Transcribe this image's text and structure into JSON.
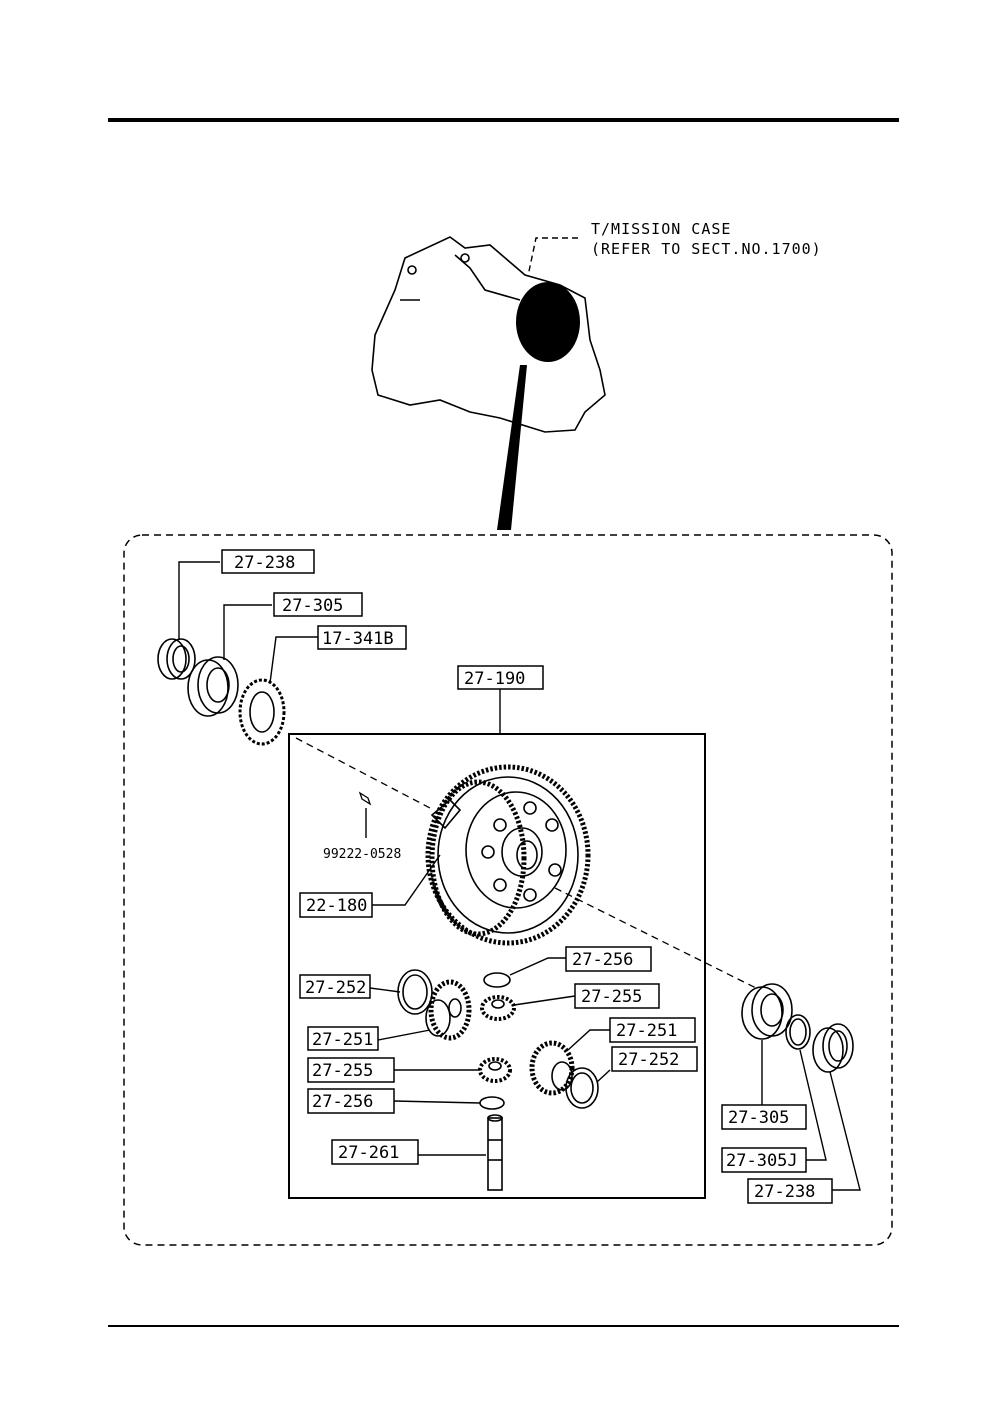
{
  "case_note": {
    "line1": "T/MISSION CASE",
    "line2": "(REFER TO SECT.NO.1700)"
  },
  "parts": {
    "bearing_race_left": "27-238",
    "bearing_left": "27-305",
    "speedo_gear": "17-341B",
    "diff_assembly": "27-190",
    "pin": "99222-0528",
    "ring_gear": "22-180",
    "washer_side_left": "27-252",
    "side_gear_left": "27-251",
    "pinion_lower": "27-255",
    "washer_pinion_lower": "27-256",
    "pinion_shaft": "27-261",
    "washer_pinion_upper": "27-256",
    "pinion_upper": "27-255",
    "side_gear_right": "27-251",
    "washer_side_right": "27-252",
    "bearing_right": "27-305",
    "shim_right": "27-305J",
    "bearing_race_right": "27-238"
  }
}
